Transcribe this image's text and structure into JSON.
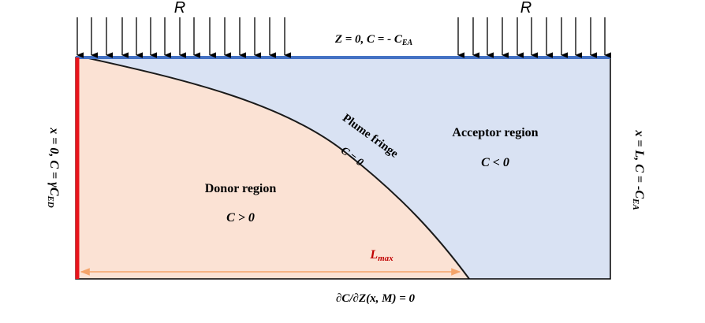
{
  "top_boundary": {
    "rain_label_left": "R",
    "rain_label_right": "R",
    "condition_lhs": "Z = 0, C = - C",
    "condition_sub": "EA"
  },
  "left_boundary": {
    "condition_lhs": "x = 0, C = γC",
    "condition_sub": "ED"
  },
  "right_boundary": {
    "condition_lhs": "x = L, C = -C",
    "condition_sub": "EA"
  },
  "bottom_boundary": {
    "condition": "∂C/∂Z(x, M) = 0"
  },
  "regions": {
    "donor": {
      "title": "Donor region",
      "condition": "C > 0"
    },
    "acceptor": {
      "title": "Acceptor region",
      "condition": "C < 0"
    },
    "fringe": {
      "title": "Plume fringe",
      "condition": "C = 0"
    }
  },
  "lmax": {
    "main": "L",
    "sub": "max"
  },
  "colors": {
    "donor_fill": "#fbe2d4",
    "acceptor_fill": "#d9e2f3",
    "donor_boundary": "#e8141b",
    "top_boundary": "#4472c4",
    "lmax_arrow": "#f4a46a",
    "lmax_text": "#c00000",
    "frame": "#000000"
  }
}
